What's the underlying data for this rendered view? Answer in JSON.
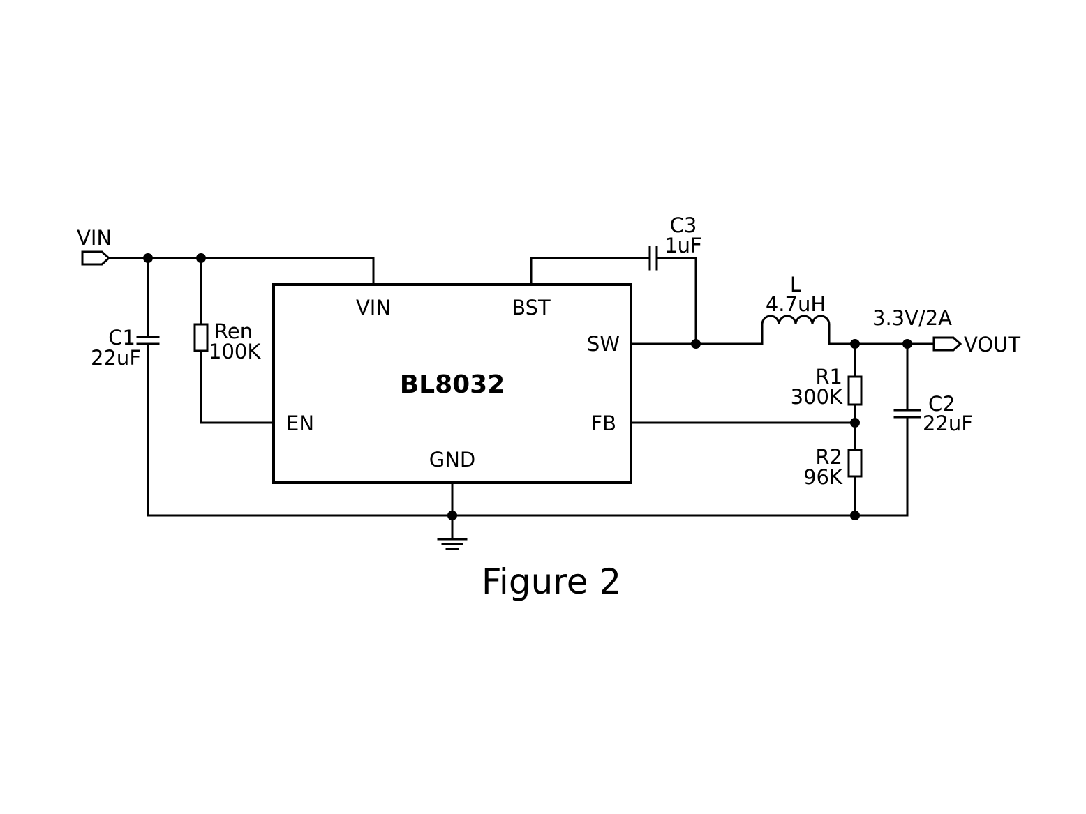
{
  "ic": {
    "name": "BL8032",
    "pins": {
      "vin": "VIN",
      "bst": "BST",
      "sw": "SW",
      "en": "EN",
      "fb": "FB",
      "gnd": "GND"
    }
  },
  "ports": {
    "input": "VIN",
    "output": "VOUT"
  },
  "output_rating": "3.3V/2A",
  "components": {
    "c1": {
      "ref": "C1",
      "value": "22uF"
    },
    "ren": {
      "ref": "Ren",
      "value": "100K"
    },
    "c3": {
      "ref": "C3",
      "value": "1uF"
    },
    "l": {
      "ref": "L",
      "value": "4.7uH"
    },
    "r1": {
      "ref": "R1",
      "value": "300K"
    },
    "r2": {
      "ref": "R2",
      "value": "96K"
    },
    "c2": {
      "ref": "C2",
      "value": "22uF"
    }
  },
  "caption": "Figure 2"
}
